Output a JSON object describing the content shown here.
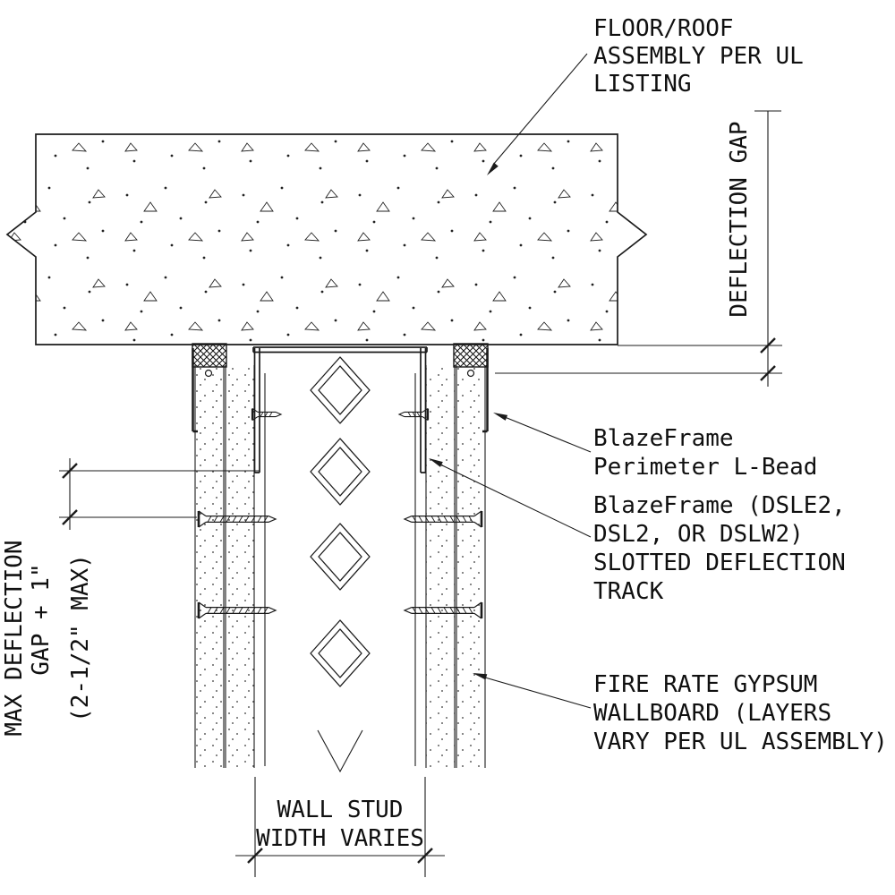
{
  "page": {
    "background": "#ffffff",
    "line_color": "#1b1b1b",
    "text_color": "#101010",
    "drawing_type": "fire-rated wall head-of-wall deflection detail"
  },
  "labels": {
    "floor_roof": [
      "FLOOR/ROOF",
      "ASSEMBLY PER UL",
      "LISTING"
    ],
    "deflection_gap": "DEFLECTION GAP",
    "l_bead": [
      "BlazeFrame",
      "Perimeter L-Bead"
    ],
    "slotted_track": [
      "BlazeFrame (DSLE2,",
      "DSL2, OR DSLW2)",
      "SLOTTED DEFLECTION",
      "TRACK"
    ],
    "gypsum": [
      "FIRE RATE GYPSUM",
      "WALLBOARD (LAYERS",
      "VARY PER UL ASSEMBLY)"
    ],
    "max_deflection_line1": "MAX DEFLECTION",
    "max_deflection_line2": "GAP + 1\"",
    "max_deflection_paren": "(2-1/2\" MAX)",
    "wall_stud": [
      "WALL STUD",
      "WIDTH VARIES"
    ]
  }
}
